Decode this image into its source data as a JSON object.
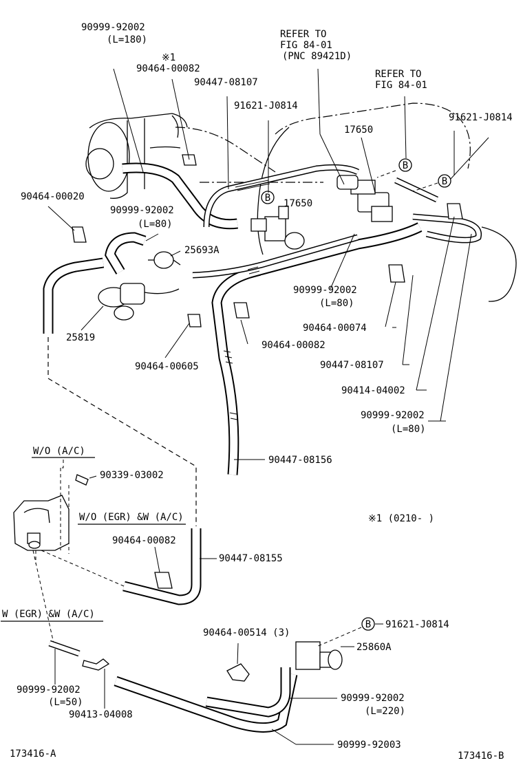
{
  "labels": {
    "hose_top_left": "90999-92002",
    "hose_top_left_len": "(L=180)",
    "note_mark_top": "※1",
    "clamp_top": "90464-00082",
    "hose_mid_top": "90447-08107",
    "refer_a_1": "REFER TO",
    "refer_a_2": "FIG 84-01",
    "refer_a_3": "(PNC 89421D)",
    "refer_b_1": "REFER TO",
    "refer_b_2": "FIG 84-01",
    "bolt_left": "91621-J0814",
    "bolt_right": "91621-J0814",
    "vsv_right": "17650",
    "vsv_left": "17650",
    "clamp_left": "90464-00020",
    "hose_left_mid": "90999-92002",
    "hose_left_mid_len": "(L=80)",
    "valve_mid": "25693A",
    "valve_left": "25819",
    "hose_center": "90999-92002",
    "hose_center_len": "(L=80)",
    "clamp_center_right": "90464-00074",
    "clamp_center": "90464-00082",
    "clamp_lower_left": "90464-00605",
    "hose_center_right": "90447-08107",
    "clamp_right": "90414-04002",
    "hose_right": "90999-92002",
    "hose_right_len": "(L=80)",
    "hose_long": "90447-08156",
    "cond_wo_ac": "W/O (A/C)",
    "plug": "90339-03002",
    "cond_wo_egr": "W/O (EGR) &W (A/C)",
    "note_range": "※1 (0210-        )",
    "clamp_inset": "90464-00082",
    "hose_inset": "90447-08155",
    "cond_w_egr": "W (EGR) &W (A/C)",
    "clamp_bottom": "90464-00514 (3)",
    "bolt_bottom": "91621-J0814",
    "valve_bottom": "25860A",
    "hose_bottom_left": "90999-92002",
    "hose_bottom_left_len": "(L=50)",
    "joint_bottom": "90413-04008",
    "hose_bottom_right": "90999-92002",
    "hose_bottom_right_len": "(L=220)",
    "hose_bottom": "90999-92003",
    "fig_a": "173416-A",
    "fig_b": "173416-B",
    "ref_b": "B"
  }
}
